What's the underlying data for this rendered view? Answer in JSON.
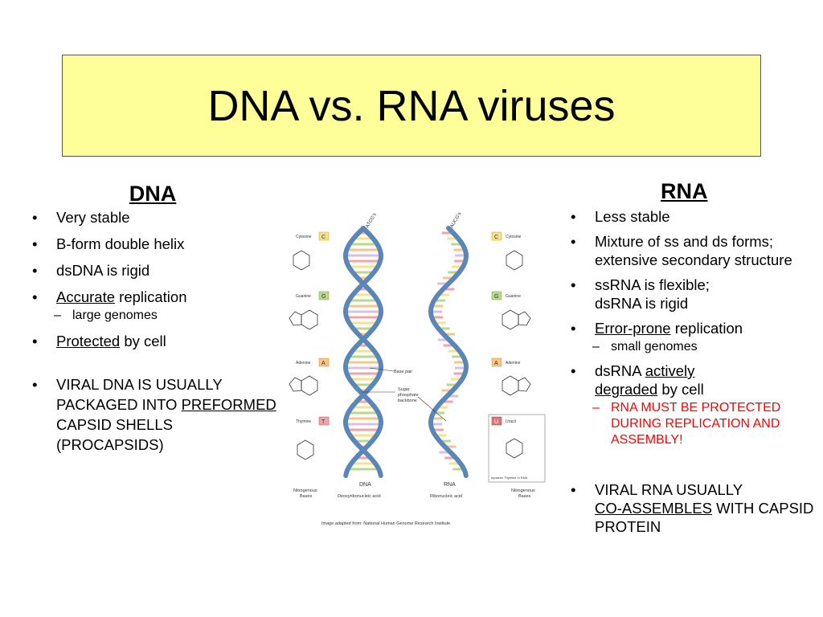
{
  "title": "DNA vs. RNA viruses",
  "dna": {
    "heading": "DNA",
    "b1": "Very stable",
    "b2": "B-form double helix",
    "b3": "dsDNA is rigid",
    "b4_u": "Accurate",
    "b4_rest": " replication",
    "b4_sub": "large genomes",
    "b5_u": "Protected",
    "b5_rest": " by cell",
    "b6_a": "VIRAL DNA IS USUALLY PACKAGED INTO ",
    "b6_u": "PREFORMED",
    "b6_b": " CAPSID SHELLS (PROCAPSIDS)"
  },
  "rna": {
    "heading": "RNA",
    "b1": "Less stable",
    "b2": "Mixture of ss and ds forms; extensive secondary structure",
    "b3_line1": "ssRNA is flexible;",
    "b3_line2": "dsRNA is rigid",
    "b4_u": "Error-prone",
    "b4_rest": " replication",
    "b4_sub": "small genomes",
    "b5_a": "dsRNA ",
    "b5_u1": "actively",
    "b5_u2": "degraded",
    "b5_rest": " by cell",
    "b5_sub": "RNA MUST BE PROTECTED DURING REPLICATION AND ASSEMBLY!",
    "b6_a": "VIRAL RNA USUALLY ",
    "b6_u": "CO-ASSEMBLES",
    "b6_b": " WITH CAPSID PROTEIN"
  },
  "figure": {
    "atcg": "ATCG's",
    "aucg": "AUCG's",
    "cytosine": "Cytosine",
    "guanine": "Guanine",
    "adenine": "Adenine",
    "thymine": "Thymine",
    "uracil": "Uracil",
    "c": "C",
    "g": "G",
    "a": "A",
    "t": "T",
    "u": "U",
    "base_pair": "Base pair",
    "sugar1": "Sugar",
    "sugar2": "phosphate",
    "sugar3": "backbone",
    "dna": "DNA",
    "rna": "RNA",
    "dna_full": "Deoxyribonucleic acid",
    "rna_full": "Ribonucleic acid",
    "nb1": "Nitrogenous",
    "nb2": "Bases",
    "replaces": "replaces Thymine in RNA",
    "credit": "Image adapted from: National Human Genome Research Institute.",
    "colors": {
      "backbone": "#5b86b8",
      "backbone_dark": "#3d6a9c",
      "title_bg": "#ffff99",
      "red_text": "#ff0000"
    }
  }
}
